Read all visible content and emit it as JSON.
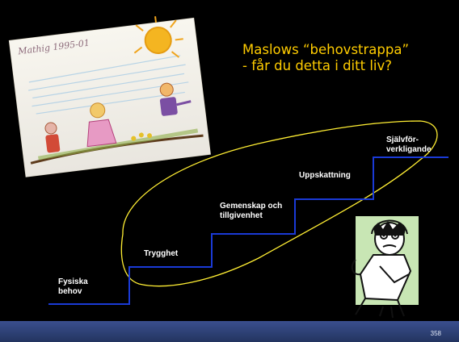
{
  "slide": {
    "title_line1": "Maslows “behovstrappa”",
    "title_line2": "- får du detta i ditt liv?",
    "page_number": "358"
  },
  "drawing": {
    "caption": "Mathig 1995-01"
  },
  "steps": [
    {
      "line1": "Fysiska",
      "line2": "behov"
    },
    {
      "line1": "Trygghet",
      "line2": ""
    },
    {
      "line1": "Gemenskap och",
      "line2": "tillgivenhet"
    },
    {
      "line1": "Uppskattning",
      "line2": ""
    },
    {
      "line1": "Självför-",
      "line2": "verkligande"
    }
  ],
  "colors": {
    "background": "#000000",
    "title": "#ffcc00",
    "stair_line": "#1a3ad6",
    "ellipse": "#ffee33",
    "footer": "#2e427a"
  },
  "icons": {
    "drawing": "child-drawing-family-sun",
    "clipart": "thinking-man-clipart"
  }
}
